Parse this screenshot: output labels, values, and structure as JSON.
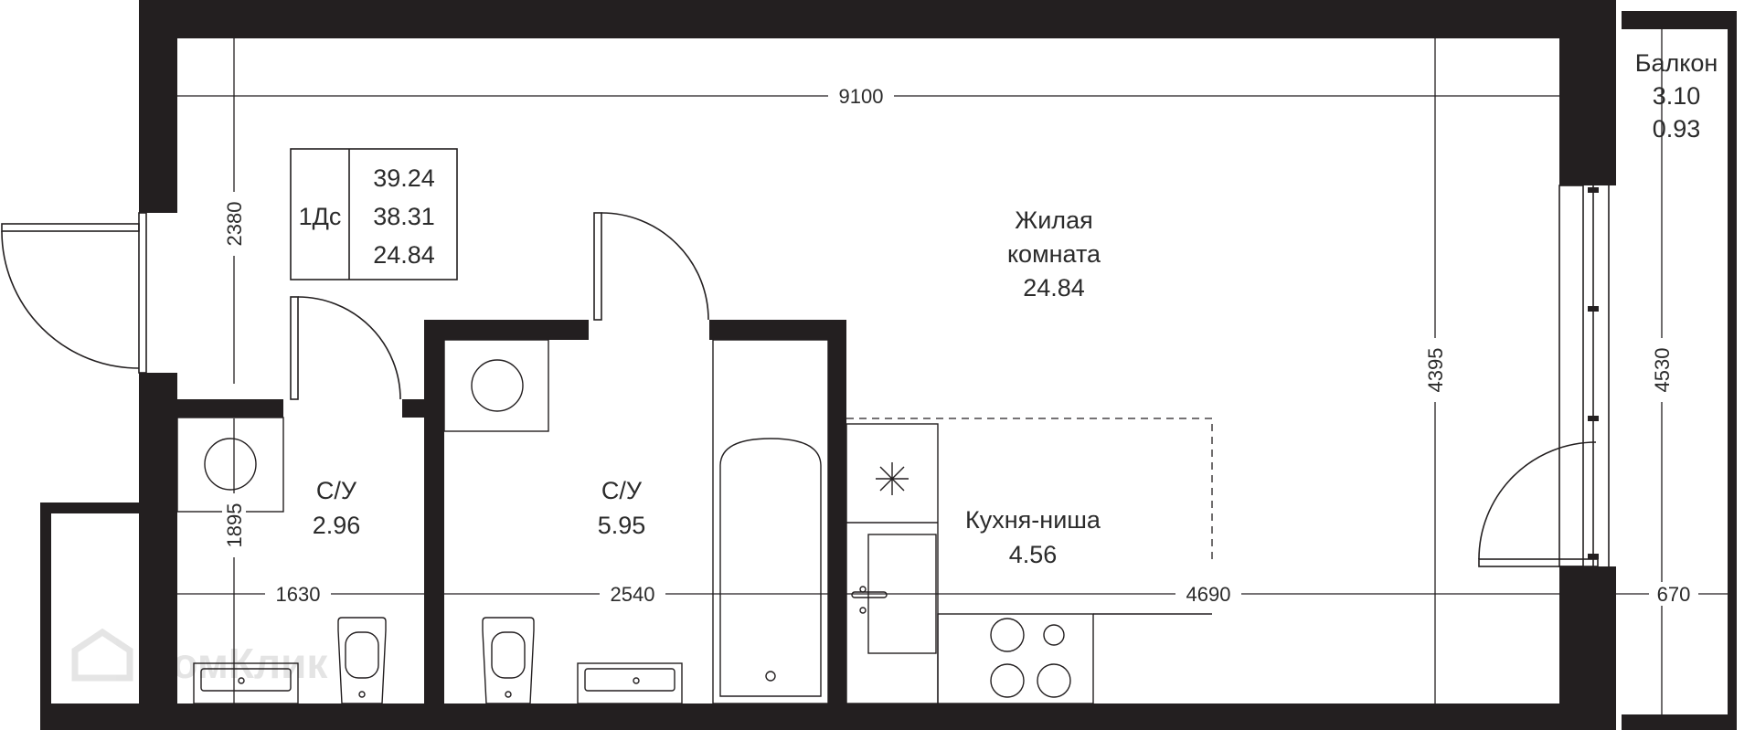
{
  "summary": {
    "type": "1Дс",
    "total_area": "39.24",
    "living_area_total": "38.31",
    "room_area": "24.84"
  },
  "rooms": {
    "living": {
      "name_line1": "Жилая",
      "name_line2": "комната",
      "area": "24.84"
    },
    "bath_small": {
      "name": "С/У",
      "area": "2.96"
    },
    "bath_large": {
      "name": "С/У",
      "area": "5.95"
    },
    "kitchen": {
      "name": "Кухня-ниша",
      "area": "4.56"
    },
    "balcony": {
      "name": "Балкон",
      "area1": "3.10",
      "area2": "0.93"
    }
  },
  "dimensions": {
    "top_width": "9100",
    "left_height": "2380",
    "bath_height": "1895",
    "bath_small_width": "1630",
    "bath_large_width": "2540",
    "kitchen_width": "4690",
    "right_height": "4395",
    "balcony_height": "4530",
    "balcony_width": "670"
  },
  "watermark": "ДомКлик",
  "colors": {
    "wall": "#231f20",
    "text": "#2b2b2b",
    "watermark": "#dcdcdc"
  }
}
